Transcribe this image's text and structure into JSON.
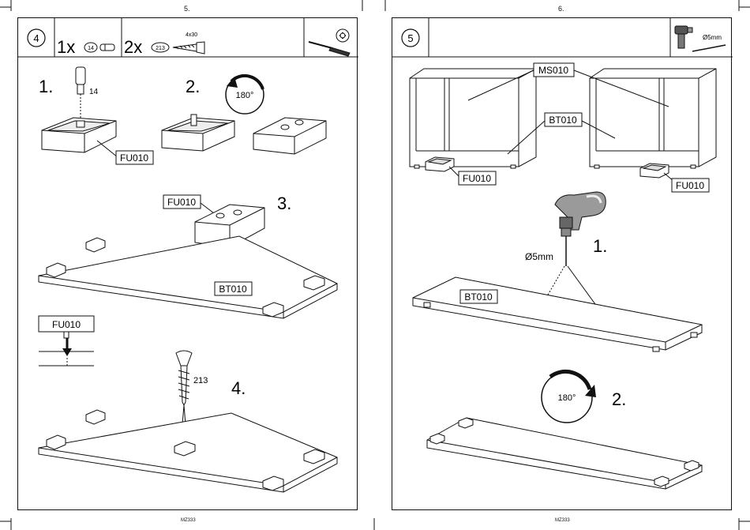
{
  "left_page": {
    "page_number": "5.",
    "step_number": "4",
    "parts": [
      {
        "qty": "1x",
        "code": "14"
      },
      {
        "qty": "2x",
        "code": "213",
        "size": "4x30"
      }
    ],
    "tool_icon": "screwdriver-and-bit-icon",
    "substeps": [
      "1.",
      "2.",
      "3.",
      "4."
    ],
    "labels": {
      "dowel": "14",
      "foot_a": "FU010",
      "rotate": "180°",
      "foot_b": "FU010",
      "board": "BT010",
      "detail": "FU010",
      "screw": "213"
    },
    "footer": "MZ333"
  },
  "right_page": {
    "page_number": "6.",
    "step_number": "5",
    "tool_icon": "drill-and-bit-icon",
    "drill_size": "Ø5mm",
    "substeps": [
      "1.",
      "2."
    ],
    "labels": {
      "cabinet": "MS010",
      "board_top": "BT010",
      "foot_left": "FU010",
      "foot_right": "FU010",
      "drill_bit": "Ø5mm",
      "board": "BT010",
      "rotate": "180°"
    },
    "footer": "MZ333"
  }
}
